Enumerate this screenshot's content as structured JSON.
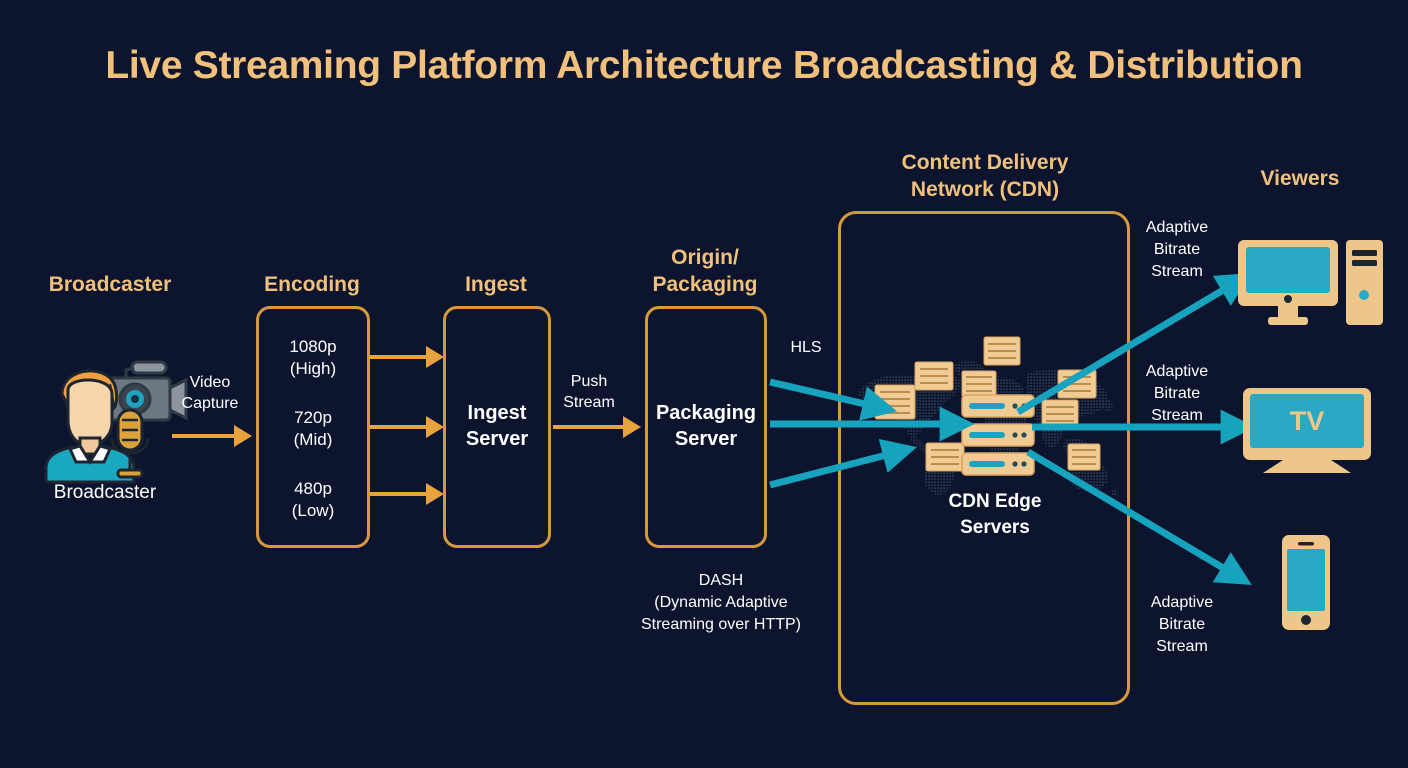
{
  "title": "Live Streaming Platform Architecture Broadcasting & Distribution",
  "colors": {
    "background": "#0d152e",
    "gold": "#f0c07c",
    "border_gold": "#d79a3a",
    "arrow_orange": "#e8a33d",
    "arrow_teal": "#17a2bd",
    "icon_tan": "#efc68a",
    "icon_teal": "#29a9c4",
    "text_white": "#ffffff"
  },
  "sections": {
    "broadcaster": {
      "heading": "Broadcaster",
      "icon_caption": "Broadcaster",
      "icon": "broadcaster-person-camera-mic-icon"
    },
    "encoding": {
      "heading": "Encoding",
      "renditions": [
        {
          "resolution": "1080p",
          "quality": "(High)"
        },
        {
          "resolution": "720p",
          "quality": "(Mid)"
        },
        {
          "resolution": "480p",
          "quality": "(Low)"
        }
      ]
    },
    "ingest": {
      "heading": "Ingest",
      "box_label": "Ingest\nServer",
      "box_label_line1": "Ingest",
      "box_label_line2": "Server"
    },
    "origin": {
      "heading_line1": "Origin/",
      "heading_line2": "Packaging",
      "box_label_line1": "Packaging",
      "box_label_line2": "Server",
      "protocol_hls": "HLS",
      "protocol_dash_line1": "DASH",
      "protocol_dash_line2": "(Dynamic Adaptive",
      "protocol_dash_line3": "Streaming over HTTP)"
    },
    "cdn": {
      "heading_line1": "Content Delivery",
      "heading_line2": "Network (CDN)",
      "caption_line1": "CDN Edge",
      "caption_line2": "Servers",
      "map_icon": "dotted-world-map-icon",
      "server_icon": "server-rack-icon"
    },
    "viewers": {
      "heading": "Viewers",
      "devices": [
        {
          "name": "desktop-computer-icon",
          "stream_label_line1": "Adaptive",
          "stream_label_line2": "Bitrate",
          "stream_label_line3": "Stream",
          "screen_text": ""
        },
        {
          "name": "television-icon",
          "stream_label_line1": "Adaptive",
          "stream_label_line2": "Bitrate",
          "stream_label_line3": "Stream",
          "screen_text": "TV"
        },
        {
          "name": "mobile-phone-icon",
          "stream_label_line1": "Adaptive",
          "stream_label_line2": "Bitrate",
          "stream_label_line3": "Stream",
          "screen_text": ""
        }
      ]
    }
  },
  "connectors": {
    "video_capture_line1": "Video",
    "video_capture_line2": "Capture",
    "push_stream_line1": "Push",
    "push_stream_line2": "Stream"
  }
}
